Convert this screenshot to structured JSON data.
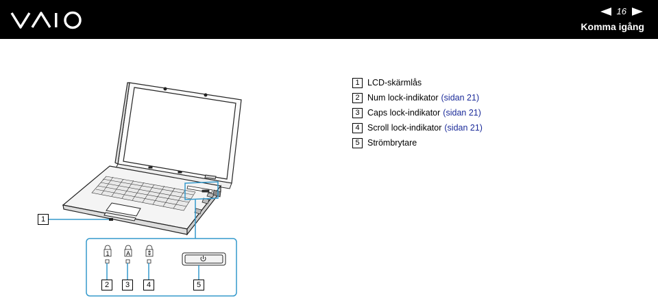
{
  "header": {
    "page_number": "16",
    "section_title": "Komma igång"
  },
  "legend": [
    {
      "num": "1",
      "label": "LCD-skärmlås",
      "ref": ""
    },
    {
      "num": "2",
      "label": "Num lock-indikator",
      "ref": "(sidan 21)"
    },
    {
      "num": "3",
      "label": "Caps lock-indikator",
      "ref": "(sidan 21)"
    },
    {
      "num": "4",
      "label": "Scroll lock-indikator",
      "ref": "(sidan 21)"
    },
    {
      "num": "5",
      "label": "Strömbrytare",
      "ref": ""
    }
  ],
  "callouts": {
    "latch": "1",
    "num": "2",
    "caps": "3",
    "scroll": "4",
    "power": "5"
  },
  "indicator_glyphs": {
    "num": "1",
    "caps": "A"
  },
  "colors": {
    "header_bg": "#000000",
    "link": "#1a2a99",
    "callout_line": "#3399cc"
  }
}
